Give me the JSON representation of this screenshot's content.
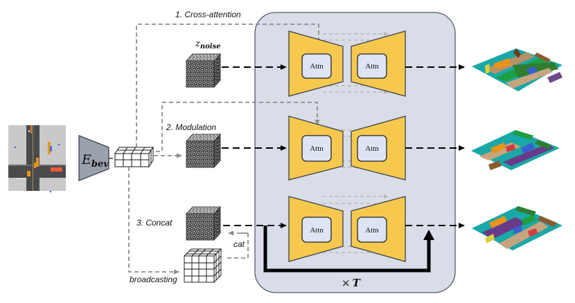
{
  "labels": {
    "cross_attention": "1. Cross-attention",
    "modulation": "2. Modulation",
    "concat": "3. Concat",
    "broadcasting": "broadcasting",
    "cat": "cat",
    "z_main": "z",
    "z_sub": "noise",
    "e_main": "E",
    "e_sub": "bev",
    "times_t_symbol": "×",
    "times_t_var": "T"
  },
  "unet_blocks": [
    {
      "encoder_label": "Attn",
      "decoder_label": "Attn"
    },
    {
      "encoder_label": "Attn",
      "decoder_label": "Attn"
    },
    {
      "encoder_label": "Attn",
      "decoder_label": "Attn"
    }
  ],
  "colors": {
    "panel_fill": "#d8dde8",
    "panel_stroke": "#555a66",
    "trapezoid_fill": "#f6c94e",
    "attn_fill": "#dde4f3",
    "encoder_fill": "#9aa1ad",
    "grey_arrow": "#8c8c8c",
    "black_arrow": "#000000"
  }
}
